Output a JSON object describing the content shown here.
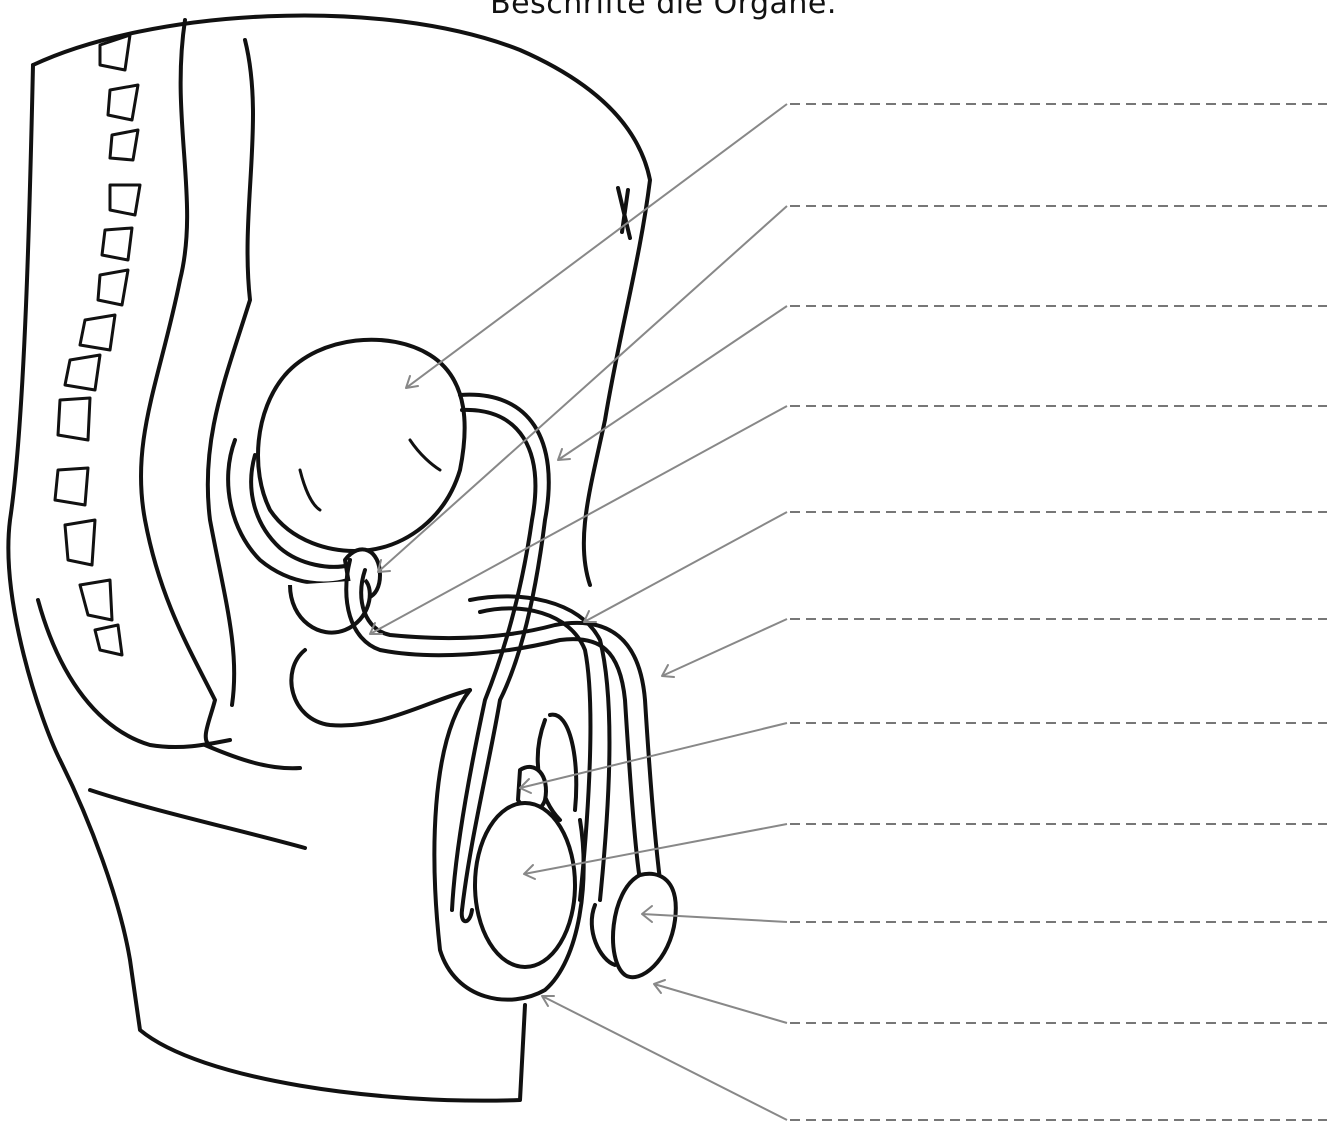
{
  "title": "Beschrifte die Organe.",
  "label_count": 11,
  "answer_lines": [
    {
      "id": 1,
      "text": ""
    },
    {
      "id": 2,
      "text": ""
    },
    {
      "id": 3,
      "text": ""
    },
    {
      "id": 4,
      "text": ""
    },
    {
      "id": 5,
      "text": ""
    },
    {
      "id": 6,
      "text": ""
    },
    {
      "id": 7,
      "text": ""
    },
    {
      "id": 8,
      "text": ""
    },
    {
      "id": 9,
      "text": ""
    },
    {
      "id": 10,
      "text": ""
    },
    {
      "id": 11,
      "text": ""
    }
  ],
  "colors": {
    "outline": "#111111",
    "pointer": "#888888",
    "answer_line": "#777777"
  }
}
